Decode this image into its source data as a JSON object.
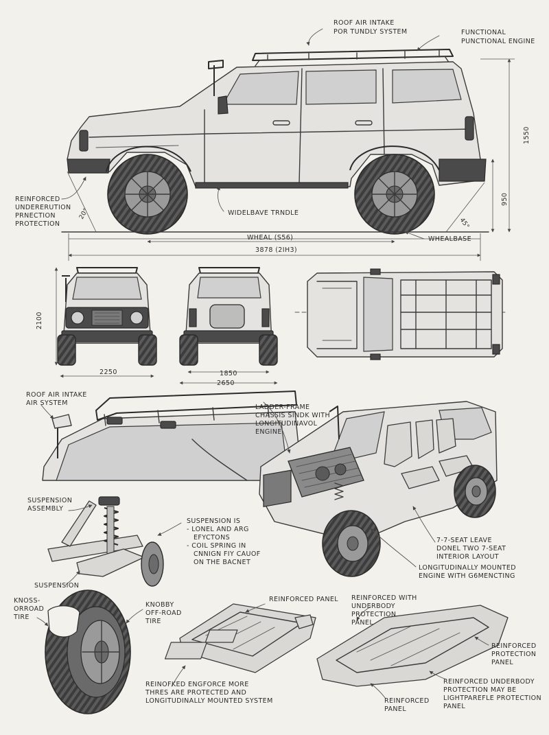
{
  "labels": {
    "roof_intake_top_1": "ROOF AIR INTAKE",
    "roof_intake_top_2": "POR TUNDLY SYSTEM",
    "functional_1": "FUNCTIONAL",
    "functional_2": "PUNCTIONAL ENGINE",
    "height_dim": "1550",
    "clearance_dim": "950",
    "reinforced_left_1": "REINFORCED",
    "reinforced_left_2": "UNDERERUTION",
    "reinforced_left_3": "PRNECTION",
    "reinforced_left_4": "PROTECTION",
    "approach_angle": "20°",
    "departure_angle": "45°",
    "wheelbase_note": "WIDELBAVE TRNDLE",
    "wheal_dim": "WHEAL (S56)",
    "overall_dim": "3878 (2IH3)",
    "wheelbase_label": "WHEALBASE",
    "front_height_dim": "2100",
    "front_width_dim": "2250",
    "rear_track_dim": "1850",
    "rear_width_dim": "2650",
    "roof_intake_detail_1": "ROOF AIR INTAKE",
    "roof_intake_detail_2": "AIR SYSTEM",
    "ladder_1": "LADDER-FRAME",
    "ladder_2": "CHASSIS SINDK WITH",
    "ladder_3": "LONGITUDINAVOL",
    "ladder_4": "ENGINE",
    "susp_assembly_1": "SUSPENSION",
    "susp_assembly_2": "ASSEMBLY",
    "susp_note_1": "SUSPENSION IS",
    "susp_note_2": "- LONEL AND ARG",
    "susp_note_3": "EFYCTONS",
    "susp_note_4": "- COIL SPRING IN",
    "susp_note_5": "CNNIGN FIY CAUOF",
    "susp_note_6": "ON THE BACNET",
    "suspension_label": "SUSPENSION",
    "seat_1": "7-7-SEAT LEAVE",
    "seat_2": "DONEL TWO 7-SEAT",
    "seat_3": "INTERIOR LAYOUT",
    "engine_note_1": "LONGITUDINALLY MOUNTED",
    "engine_note_2": "ENGINE WITH G6MENCTING",
    "knoss_1": "KNOSS-",
    "knoss_2": "ORROAD",
    "knoss_3": "TIRE",
    "knobby_1": "KNOBBY",
    "knobby_2": "OFF-ROAD",
    "knobby_3": "TIRE",
    "reinforced_panel_top": "REINFORCED PANEL",
    "reinforced_with_1": "REINFORCED WITH",
    "reinforced_with_2": "UNDERBODY",
    "reinforced_with_3": "PROTECTION",
    "reinforced_with_4": "PANEL",
    "reinforced_protection_1": "REINFORCED",
    "reinforced_protection_2": "PROTECTION",
    "reinforced_protection_3": "PANEL",
    "bottom_note_1": "REINOFKED ENGFORCE MORE",
    "bottom_note_2": "THRES ARE PROTECTED AND",
    "bottom_note_3": "LONGITUDINALLY MOUNTED SYSTEM",
    "underbody_note_1": "REINFORCED UNDERBODY",
    "underbody_note_2": "PROTECTION MAY BE",
    "underbody_note_3": "LIGHTPAREFLE PROTECTION",
    "underbody_note_4": "PANEL",
    "reinforced_panel_bottom_1": "REINFORCED",
    "reinforced_panel_bottom_2": "PANEL"
  },
  "colors": {
    "paper": "#f3f1ec",
    "ink": "#3a3a3a",
    "body_shade": "#e4e3df",
    "tire": "#5b5b5b"
  }
}
